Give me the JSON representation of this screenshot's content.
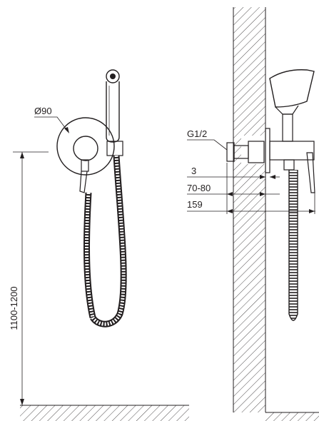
{
  "labels": {
    "rosette_diameter": "Ø90",
    "mount_height": "1100-1200",
    "thread": "G1/2",
    "dim_small": "3",
    "dim_wall_depth": "70-80",
    "dim_total": "159"
  }
}
